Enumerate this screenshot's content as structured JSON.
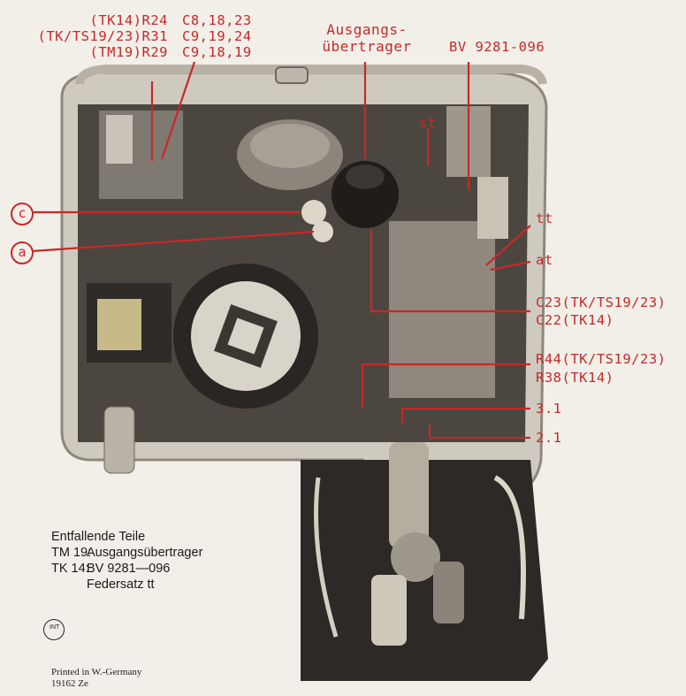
{
  "labels": {
    "r_block": [
      "(TK14)R24",
      "(TK/TS19/23)R31",
      "(TM19)R29"
    ],
    "c_block": [
      "C8,18,23",
      "C9,19,24",
      "C9,18,19"
    ],
    "transformer": [
      "Ausgangs-",
      "übertrager"
    ],
    "bv": "BV 9281-096",
    "st": "st",
    "c": "c",
    "a": "a",
    "tt": "tt",
    "at": "at",
    "c23": "C23(TK/TS19/23)",
    "c22": "C22(TK14)",
    "r44": "R44(TK/TS19/23)",
    "r38": "R38(TK14)",
    "p31": "3.1",
    "p21": "2.1"
  },
  "notes": {
    "heading": "Entfallende Teile",
    "rows": [
      {
        "key": "TM 19:",
        "value": "Ausgangsübertrager"
      },
      {
        "key": "TK 14:",
        "value": "BV 9281—096"
      },
      {
        "key": "",
        "value": "Federsatz tt"
      }
    ]
  },
  "logo_text": "INT",
  "printed": [
    "Printed in W.-Germany",
    "19162 Ze"
  ],
  "colors": {
    "label_red": "#c8282a",
    "chassis_dark": "#3a3632",
    "chassis_light": "#d8d4cb"
  }
}
